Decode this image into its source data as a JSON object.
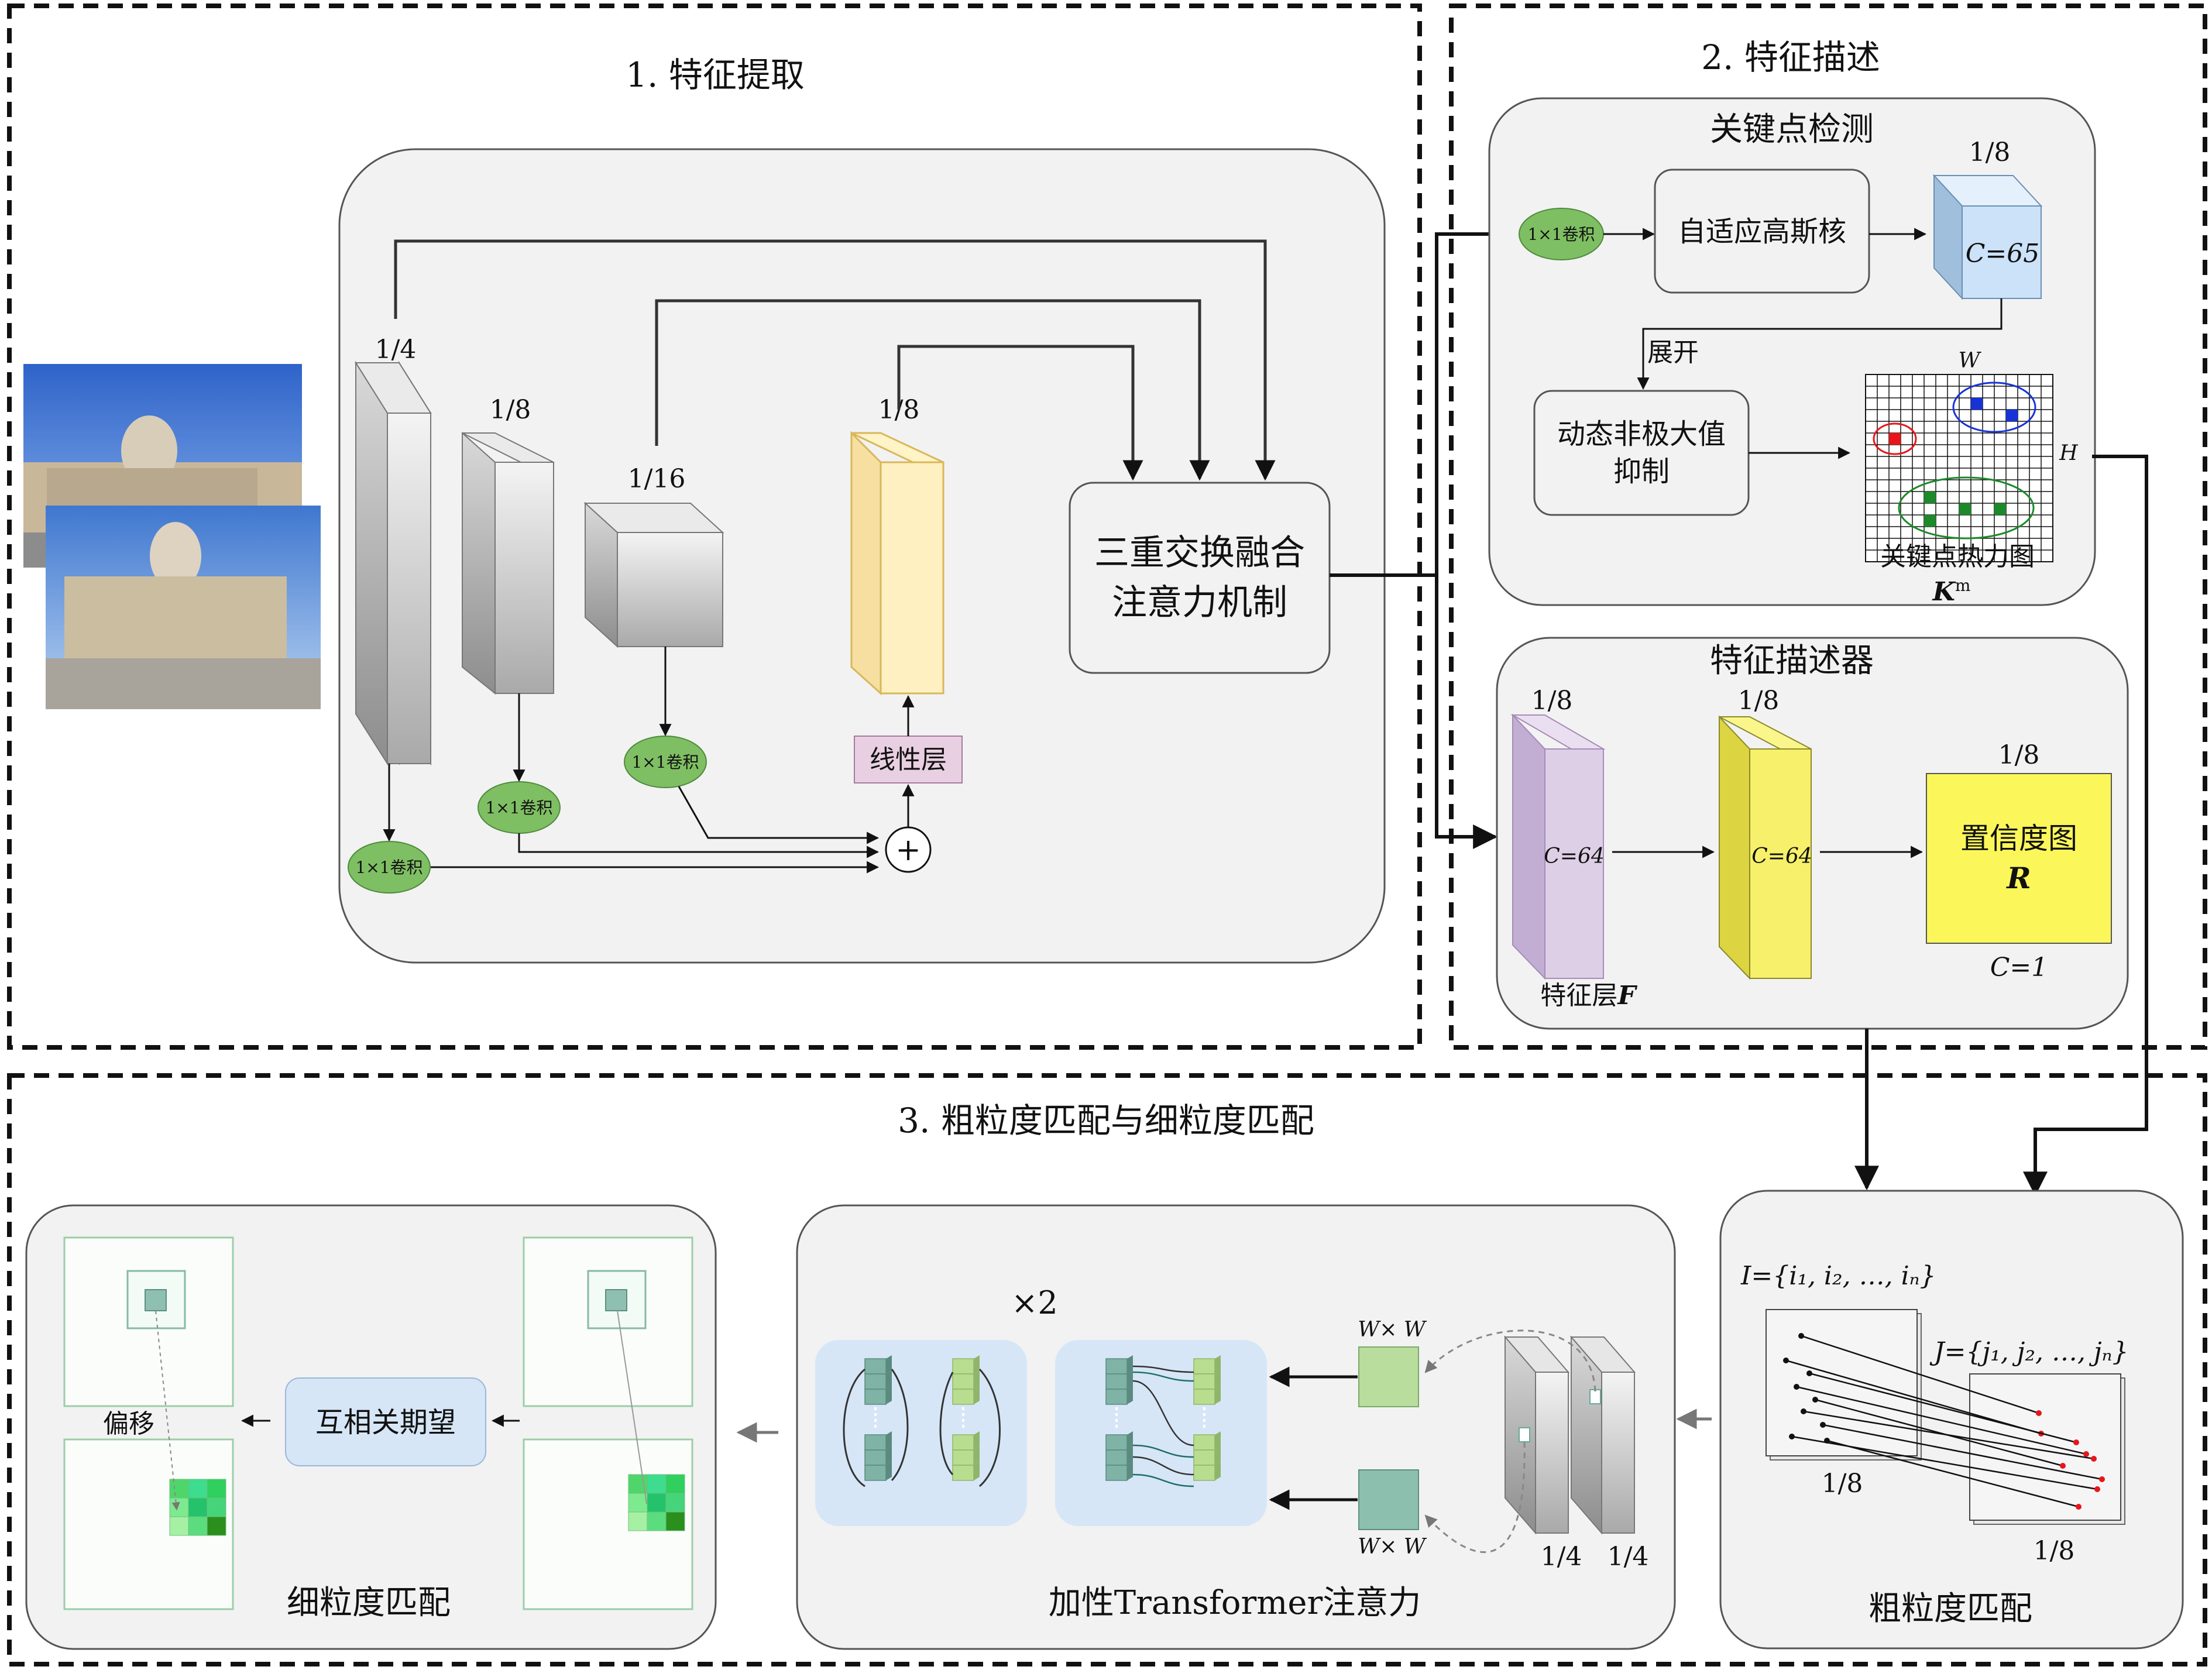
{
  "sections": {
    "s1_title": "1. 特征提取",
    "s2_title": "2. 特征描述",
    "s3_title": "3. 粗粒度匹配与细粒度匹配"
  },
  "extraction": {
    "scale_a": "1/4",
    "scale_b": "1/8",
    "scale_c": "1/16",
    "scale_d": "1/8",
    "conv_label": "1×1卷积",
    "linear_label": "线性层",
    "plus_label": "+",
    "fusion_line1": "三重交换融合",
    "fusion_line2": "注意力机制"
  },
  "keypoint": {
    "title": "关键点检测",
    "conv_label": "1×1卷积",
    "gauss_label": "自适应高斯核",
    "cube_scale": "1/8",
    "cube_label": "C=65",
    "unfold_label": "展开",
    "nms_line1": "动态非极大值",
    "nms_line2": "抑制",
    "w_label": "W",
    "h_label": "H",
    "heatmap_label": "关键点热力图",
    "heatmap_sym": "K",
    "heatmap_sup": "m",
    "colors": {
      "red": "#e8151b",
      "blue": "#1733d8",
      "green": "#1c8a2a"
    }
  },
  "descriptor": {
    "title": "特征描述器",
    "scale_f": "1/8",
    "scale_g": "1/8",
    "scale_r": "1/8",
    "c64_a": "C=64",
    "c64_b": "C=64",
    "conf_line1": "置信度图",
    "conf_sym": "R",
    "c1": "C=1",
    "feat_label": "特征层",
    "feat_sym": "F"
  },
  "coarse": {
    "title": "粗粒度匹配",
    "set_i": "I={i₁, i₂, …, iₙ}",
    "set_j": "J={j₁, j₂, …, jₙ}",
    "scale_a": "1/8",
    "scale_b": "1/8"
  },
  "transformer": {
    "title": "加性Transformer注意力",
    "times": "×2",
    "ww_top": "W× W",
    "ww_bot": "W× W",
    "scale_a": "1/4",
    "scale_b": "1/4"
  },
  "fine": {
    "title": "细粒度匹配",
    "corr_label": "互相关期望",
    "offset_label": "偏移"
  }
}
